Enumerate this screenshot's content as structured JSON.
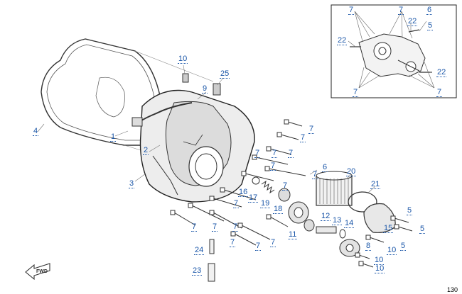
{
  "diagram": {
    "fwd_label": "FWD",
    "page_number": "130",
    "callouts": [
      {
        "id": "c-7a",
        "text": "7"
      },
      {
        "id": "c-7b",
        "text": "7"
      },
      {
        "id": "c-6a",
        "text": "6"
      },
      {
        "id": "c-22a",
        "text": "22"
      },
      {
        "id": "c-5a",
        "text": "5"
      },
      {
        "id": "c-22b",
        "text": "22"
      },
      {
        "id": "c-22c",
        "text": "22"
      },
      {
        "id": "c-7c",
        "text": "7"
      },
      {
        "id": "c-7d",
        "text": "7"
      },
      {
        "id": "c-10a",
        "text": "10"
      },
      {
        "id": "c-25",
        "text": "25"
      },
      {
        "id": "c-9",
        "text": "9"
      },
      {
        "id": "c-4",
        "text": "4"
      },
      {
        "id": "c-1",
        "text": "1"
      },
      {
        "id": "c-2",
        "text": "2"
      },
      {
        "id": "c-3",
        "text": "3"
      },
      {
        "id": "c-7e",
        "text": "7"
      },
      {
        "id": "c-7f",
        "text": "7"
      },
      {
        "id": "c-7g",
        "text": "7"
      },
      {
        "id": "c-7h",
        "text": "7"
      },
      {
        "id": "c-7i",
        "text": "7"
      },
      {
        "id": "c-7j",
        "text": "7"
      },
      {
        "id": "c-6b",
        "text": "6"
      },
      {
        "id": "c-20",
        "text": "20"
      },
      {
        "id": "c-7k",
        "text": "7"
      },
      {
        "id": "c-21",
        "text": "21"
      },
      {
        "id": "c-16",
        "text": "16"
      },
      {
        "id": "c-17",
        "text": "17"
      },
      {
        "id": "c-19",
        "text": "19"
      },
      {
        "id": "c-18",
        "text": "18"
      },
      {
        "id": "c-7l",
        "text": "7"
      },
      {
        "id": "c-7m",
        "text": "7"
      },
      {
        "id": "c-5b",
        "text": "5"
      },
      {
        "id": "c-5c",
        "text": "5"
      },
      {
        "id": "c-12",
        "text": "12"
      },
      {
        "id": "c-13",
        "text": "13"
      },
      {
        "id": "c-14",
        "text": "14"
      },
      {
        "id": "c-15",
        "text": "15"
      },
      {
        "id": "c-7n",
        "text": "7"
      },
      {
        "id": "c-7o",
        "text": "7"
      },
      {
        "id": "c-7p",
        "text": "7"
      },
      {
        "id": "c-11",
        "text": "11"
      },
      {
        "id": "c-7q",
        "text": "7"
      },
      {
        "id": "c-7r",
        "text": "7"
      },
      {
        "id": "c-7s",
        "text": "7"
      },
      {
        "id": "c-8",
        "text": "8"
      },
      {
        "id": "c-5d",
        "text": "5"
      },
      {
        "id": "c-10b",
        "text": "10"
      },
      {
        "id": "c-10c",
        "text": "10"
      },
      {
        "id": "c-10d",
        "text": "10"
      },
      {
        "id": "c-24",
        "text": "24"
      },
      {
        "id": "c-23",
        "text": "23"
      }
    ]
  }
}
